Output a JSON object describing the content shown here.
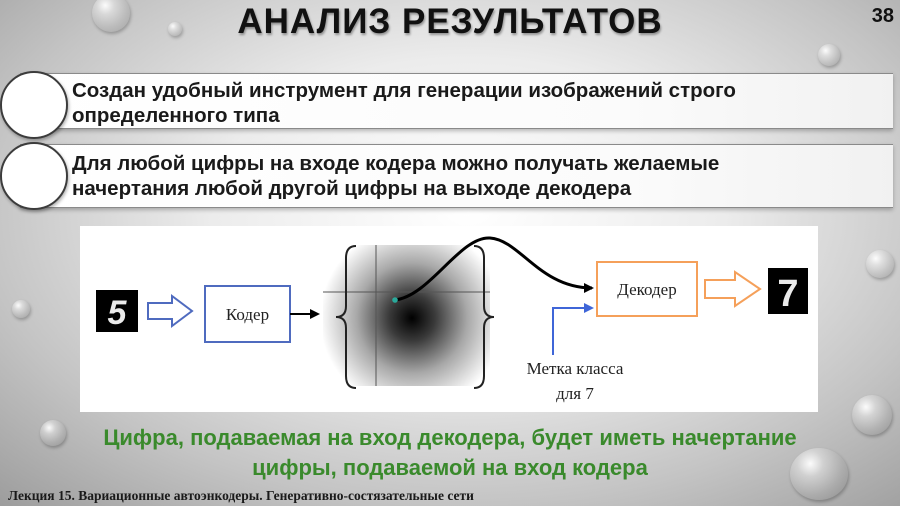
{
  "slide": {
    "title": "АНАЛИЗ РЕЗУЛЬТАТОВ",
    "page_number": "38",
    "footer": "Лекция 15. Вариационные автоэнкодеры. Генеративно-состязательные сети"
  },
  "bullets": [
    {
      "line1": "Создан удобный инструмент для генерации изображений строго",
      "line2": "определенного типа"
    },
    {
      "line1": "Для любой цифры на входе кодера можно получать желаемые",
      "line2": "начертания любой другой цифры на выходе декодера"
    }
  ],
  "diagram": {
    "input_digit": "5",
    "encoder_label": "Кодер",
    "decoder_label": "Декодер",
    "class_label_line1": "Метка класса",
    "class_label_line2": "для 7",
    "output_digit": "7"
  },
  "conclusion": {
    "line1": "Цифра, подаваемая на вход декодера, будет иметь начертание",
    "line2": "цифры, подаваемой на вход кодера"
  },
  "colors": {
    "encoder": "#4f6bbf",
    "decoder": "#f5a05a",
    "class_arrow": "#3f66d8",
    "latent_point": "#2aa89a",
    "conclusion_text": "#3a8a2c"
  }
}
